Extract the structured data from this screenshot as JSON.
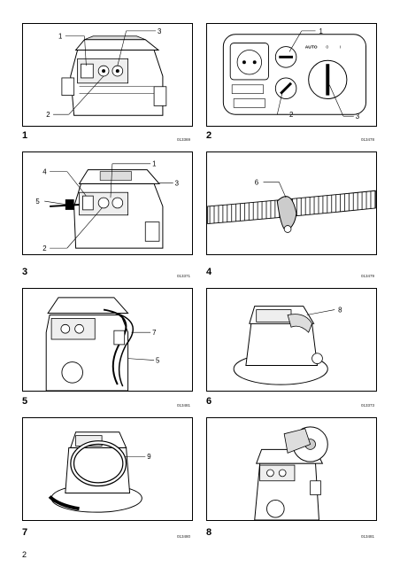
{
  "figures": [
    {
      "number": "1",
      "code": "013369",
      "callouts": [
        "1",
        "3",
        "2"
      ]
    },
    {
      "number": "2",
      "code": "013478",
      "callouts": [
        "1",
        "2",
        "3"
      ],
      "dial_labels": [
        "AUTO",
        "0",
        "I"
      ]
    },
    {
      "number": "3",
      "code": "013371",
      "callouts": [
        "4",
        "1",
        "3",
        "5",
        "2"
      ]
    },
    {
      "number": "4",
      "code": "013479",
      "callouts": [
        "6"
      ]
    },
    {
      "number": "5",
      "code": "013481",
      "callouts": [
        "7",
        "5"
      ]
    },
    {
      "number": "6",
      "code": "013373",
      "callouts": [
        "8"
      ]
    },
    {
      "number": "7",
      "code": "013480",
      "callouts": [
        "9"
      ]
    },
    {
      "number": "8",
      "code": "013481",
      "callouts": []
    }
  ],
  "page_number": "2"
}
